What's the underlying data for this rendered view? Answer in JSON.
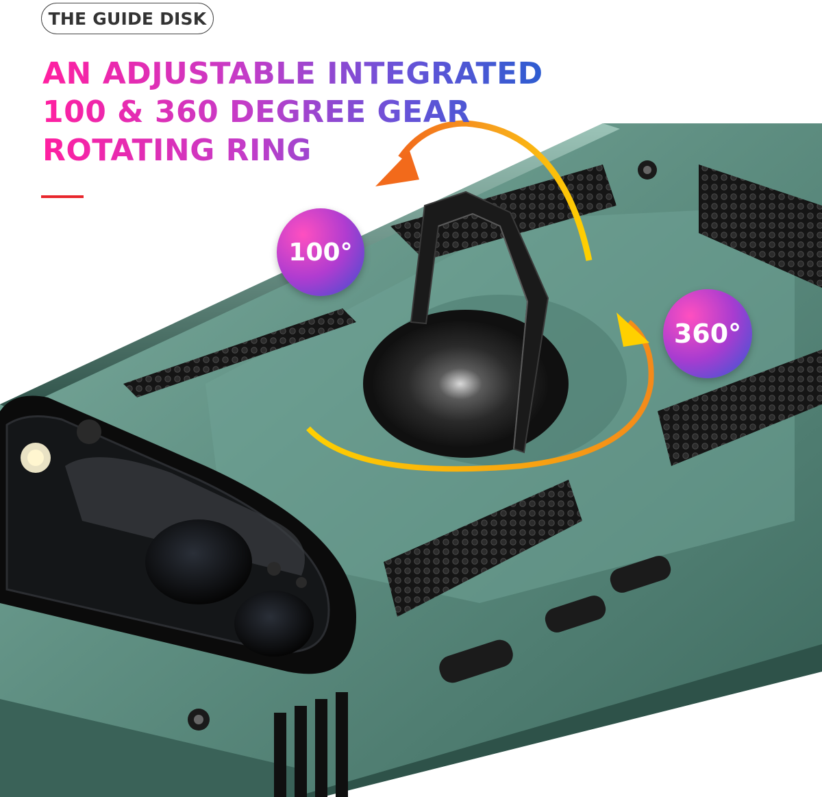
{
  "brand": {
    "label": "THE GUIDE DISK"
  },
  "headline": {
    "lines": [
      "AN ADJUSTABLE INTEGRATED",
      "100 & 360 DEGREE GEAR",
      "ROTATING RING"
    ]
  },
  "badges": {
    "angle_small": "100°",
    "angle_full": "360°"
  },
  "colors": {
    "case_green": "#5f8f82",
    "accent_red": "#e8262c",
    "gradient_start": "#ff1fa0",
    "gradient_end": "#2b5dd0",
    "arrow_orange": "#f7941d",
    "arrow_yellow": "#ffd000"
  },
  "icons": [
    "rotation-arrow-icon",
    "orbit-arrow-icon"
  ]
}
